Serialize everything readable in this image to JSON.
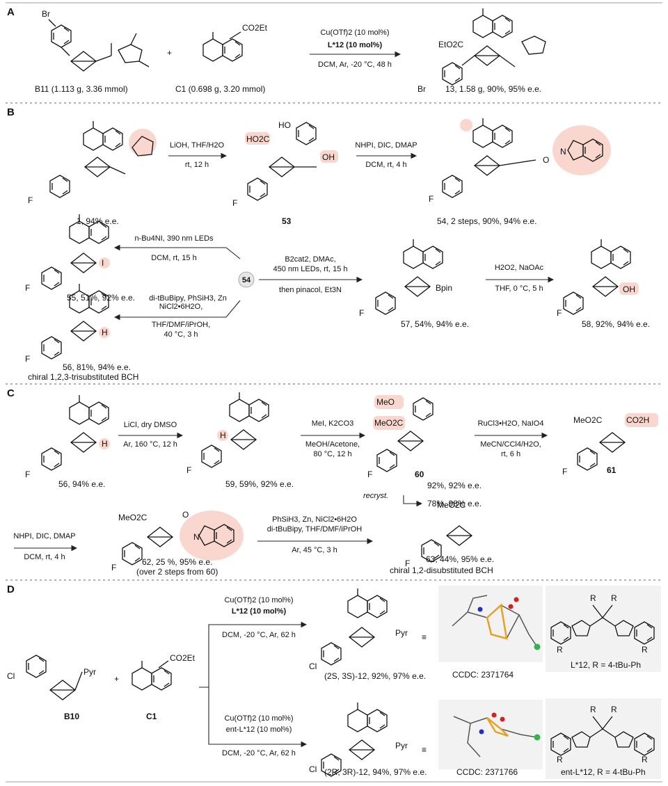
{
  "panels": {
    "A": "A",
    "B": "B",
    "C": "C",
    "D": "D"
  },
  "panel_a": {
    "reactant1": "B11 (1.113 g, 3.36 mmol)",
    "reactant1_substituent": "Br",
    "reactant2": "C1 (0.698 g, 3.20 mmol)",
    "reactant2_group": "CO2Et",
    "plus": "+",
    "conditions": [
      "Cu(OTf)2 (10 mol%)",
      "L*12 (10 mol%)",
      "DCM, Ar, -20 °C, 48 h"
    ],
    "product_label": "13, 1.58 g, 90%, 95% e.e.",
    "product_group": "EtO2C",
    "product_substituent": "Br"
  },
  "panel_b": {
    "cmpd1_label": "1, 94% e.e.",
    "step1": [
      "LiOH, THF/H2O",
      "rt, 12 h"
    ],
    "cmpd53_label": "53",
    "step2": [
      "NHPI, DIC, DMAP",
      "DCM, rt, 4 h"
    ],
    "cmpd54_label": "54, 2 steps, 90%, 94% e.e.",
    "hub": "54",
    "step_iodo": [
      "n-Bu4NI, 390 nm LEDs",
      "DCM, rt, 15 h"
    ],
    "cmpd55_label": "55, 51%, 92% e.e.",
    "step_h": [
      "NiCl2•6H2O,",
      "di-tBuBipy, PhSiH3, Zn",
      "THF/DMF/iPrOH,",
      "40 °C, 3 h"
    ],
    "cmpd56_label": "56, 81%, 94% e.e.",
    "cmpd56_note": "chiral 1,2,3-trisubstituted BCH",
    "step_bpin": [
      "B2cat2, DMAc,",
      "450 nm LEDs, rt, 15 h",
      "then pinacol, Et3N"
    ],
    "cmpd57_label": "57, 54%, 94% e.e.",
    "step_oh": [
      "H2O2, NaOAc",
      "THF, 0 °C, 5 h"
    ],
    "cmpd58_label": "58, 92%, 94% e.e.",
    "groups": {
      "ho": "HO",
      "hooc": "HO2C",
      "oh": "OH",
      "bpin": "Bpin",
      "i": "I",
      "h": "H",
      "f": "F",
      "n": "N",
      "o": "O"
    }
  },
  "panel_c": {
    "cmpd56_label": "56, 94% e.e.",
    "step1": [
      "LiCl, dry DMSO",
      "Ar, 160 °C, 12 h"
    ],
    "cmpd59_label": "59, 59%, 92% e.e.",
    "step2": [
      "MeI, K2CO3",
      "MeOH/Acetone,",
      "80 °C, 12 h"
    ],
    "cmpd60_label": "60",
    "yield60": "92%, 92% e.e.",
    "recryst": "recryst.",
    "yield60b": "78%, 98% e.e.",
    "step3": [
      "RuCl3•H2O, NaIO4",
      "MeCN/CCl4/H2O,",
      "rt, 6 h"
    ],
    "cmpd61_label": "61",
    "step4": [
      "NHPI, DIC, DMAP",
      "DCM, rt, 4 h"
    ],
    "cmpd62_label": "62, 25 %, 95% e.e.",
    "cmpd62_note": "(over 2 steps from 60)",
    "step5": [
      "PhSiH3, Zn, NiCl2•6H2O",
      "di-tBuBipy, THF/DMF/iPrOH",
      "Ar, 45 °C, 3 h"
    ],
    "cmpd63_label": "63, 44%, 95% e.e.",
    "cmpd63_note": "chiral 1,2-disubstituted BCH",
    "groups": {
      "meo": "MeO",
      "meo2c": "MeO2C",
      "co2h": "CO2H"
    }
  },
  "panel_d": {
    "reactant1_label": "B10",
    "reactant1_substituent": "Cl",
    "reactant1_group": "Pyr",
    "reactant2_label": "C1",
    "plus": "+",
    "cond_top": [
      "Cu(OTf)2 (10 mol%)",
      "L*12 (10 mol%)",
      "DCM, -20 °C, Ar, 62 h"
    ],
    "cond_bottom": [
      "Cu(OTf)2 (10 mol%)",
      "ent-L*12 (10 mol%)",
      "DCM, -20 °C, Ar, 62 h"
    ],
    "prod_top_label": "(2S, 3S)-12, 92%, 97% e.e.",
    "prod_bottom_label": "(2R, 3R)-12, 94%, 97% e.e.",
    "ccdc_top": "CCDC: 2371764",
    "ccdc_bottom": "CCDC: 2371766",
    "ligand_top_label": "L*12, R = 4-tBu-Ph",
    "ligand_bottom_label": "ent-L*12, R = 4-tBu-Ph",
    "ligand_r": "R",
    "equiv": "≡"
  },
  "colors": {
    "highlight": "#f7c9bd",
    "crystal_orange": "#e8a020",
    "crystal_green": "#33b34a",
    "crystal_red": "#d42020",
    "crystal_blue": "#2030c0",
    "divider": "#b0b0b0"
  }
}
